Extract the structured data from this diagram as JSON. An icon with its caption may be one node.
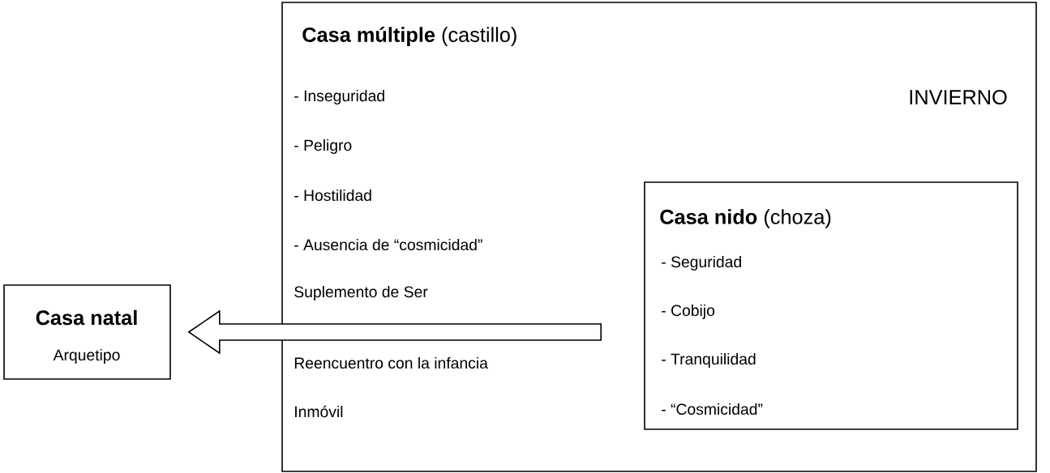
{
  "diagram": {
    "nodes": [
      {
        "text": [
          "**Casa múltiple** (castillo)",
          "- Inseguridad",
          "- Peligro",
          "- Hostilidad",
          "- Ausencia de “cosmicidad”",
          "Suplemento de Ser",
          "Reencuentro con la infancia",
          "Inmóvil",
          "INVIERNO"
        ]
      },
      {
        "text": [
          "**Casa nido** (choza)",
          "- Seguridad",
          "- Cobijo",
          "- Tranquilidad",
          "- “Cosmicidad”"
        ],
        "in": 0
      },
      {
        "text": [
          "Casa natal",
          "Arquetipo"
        ]
      }
    ],
    "edges": [
      {
        "from": 1,
        "to": 2,
        "arrow": "to"
      }
    ]
  }
}
